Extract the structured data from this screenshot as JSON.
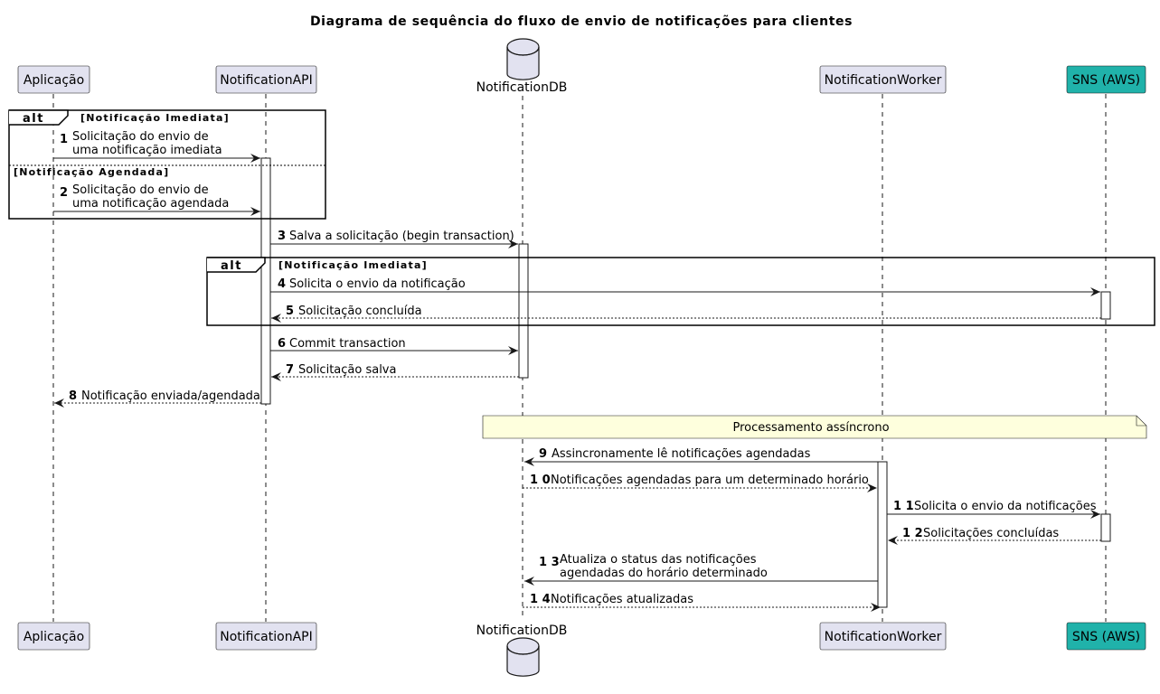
{
  "title": "Diagrama de sequência do fluxo de envio de notificações para clientes",
  "participants": {
    "app": "Aplicação",
    "api": "NotificationAPI",
    "db": "NotificationDB",
    "worker": "NotificationWorker",
    "sns": "SNS (AWS)"
  },
  "colors": {
    "participant_fill": "#E2E2F0",
    "sns_fill": "#20B2AA",
    "note_fill": "#FEFFDD",
    "border": "#181818"
  },
  "fragments": {
    "alt1": {
      "operator": "alt",
      "guard1": "[Notificação Imediata]",
      "guard2": "[Notificação Agendada]"
    },
    "alt2": {
      "operator": "alt",
      "guard1": "[Notificação Imediata]"
    }
  },
  "messages": [
    {
      "num": "1",
      "lines": [
        "Solicitação do envio de",
        "uma notificação imediata"
      ]
    },
    {
      "num": "2",
      "lines": [
        "Solicitação do envio de",
        "uma notificação agendada"
      ]
    },
    {
      "num": "3",
      "lines": [
        "Salva a solicitação (begin transaction)"
      ]
    },
    {
      "num": "4",
      "lines": [
        "Solicita o envio da notificação"
      ]
    },
    {
      "num": "5",
      "lines": [
        "Solicitação concluída"
      ]
    },
    {
      "num": "6",
      "lines": [
        "Commit transaction"
      ]
    },
    {
      "num": "7",
      "lines": [
        "Solicitação salva"
      ]
    },
    {
      "num": "8",
      "lines": [
        "Notificação enviada/agendada"
      ]
    },
    {
      "num": "9",
      "lines": [
        "Assincronamente lê notificações agendadas"
      ]
    },
    {
      "num": "1 0",
      "lines": [
        "Notificações agendadas para um determinado horário"
      ]
    },
    {
      "num": "1 1",
      "lines": [
        "Solicita o envio da notificações"
      ]
    },
    {
      "num": "1 2",
      "lines": [
        "Solicitações concluídas"
      ]
    },
    {
      "num": "1 3",
      "lines": [
        "Atualiza o status das notificações",
        "agendadas do horário determinado"
      ]
    },
    {
      "num": "1 4",
      "lines": [
        "Notificações atualizadas"
      ]
    }
  ],
  "note": "Processamento assíncrono"
}
